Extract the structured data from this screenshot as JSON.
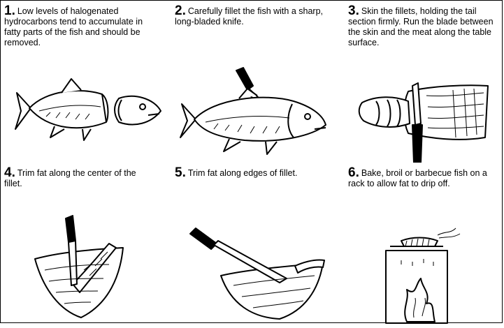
{
  "steps": [
    {
      "number": "1.",
      "text": "Low levels of halogenated hydrocarbons tend to accumulate in fatty parts of the fish and should be removed."
    },
    {
      "number": "2.",
      "text": "Carefully fillet the fish with a sharp, long-bladed knife."
    },
    {
      "number": "3.",
      "text": "Skin the fillets, holding the tail section firmly. Run the blade between the skin and the meat along the table surface."
    },
    {
      "number": "4.",
      "text": "Trim fat along the center of the fillet."
    },
    {
      "number": "5.",
      "text": "Trim fat along edges of fillet."
    },
    {
      "number": "6.",
      "text": "Bake, broil or barbecue fish on a rack to allow fat to drip off."
    }
  ]
}
